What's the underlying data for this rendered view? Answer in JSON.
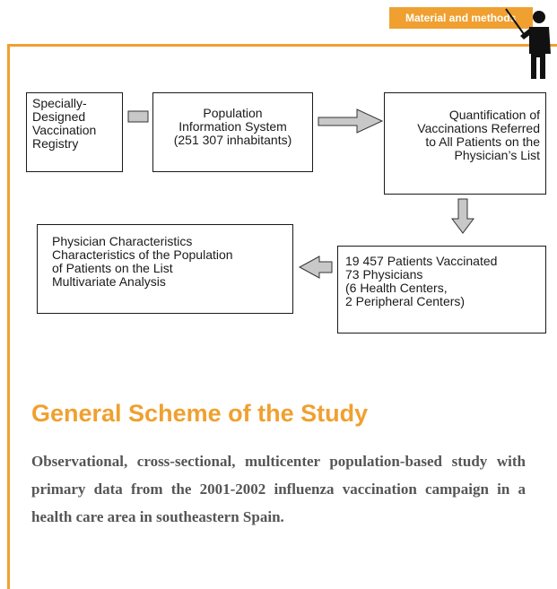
{
  "header": {
    "section_label": "Material and methods"
  },
  "diagram": {
    "registry": {
      "lines": [
        "Specially-",
        "Designed",
        "Vaccination",
        "Registry"
      ]
    },
    "population_system": {
      "lines": [
        "Population",
        "Information System",
        "(251 307 inhabitants)"
      ]
    },
    "quantification": {
      "lines": [
        "Quantification of",
        "Vaccinations Referred",
        "to All Patients on the",
        "Physician’s List"
      ]
    },
    "characteristics": {
      "lines": [
        "Physician Characteristics",
        "Characteristics of the Population",
        "of Patients on the List",
        "Multivariate Analysis"
      ]
    },
    "patients": {
      "lines": [
        "19 457 Patients Vaccinated",
        "73 Physicians",
        "(6 Health Centers,",
        "2 Peripheral Centers)"
      ]
    }
  },
  "section": {
    "title": "General Scheme of the Study",
    "paragraph": "Observational, cross-sectional, multicenter population-based study with primary data from the 2001-2002 influenza vaccination campaign in a health care area in southeastern Spain."
  },
  "colors": {
    "accent": "#f0a030",
    "arrow_fill": "#c8c8c8",
    "body_text": "#555555"
  },
  "icons": {
    "presenter": "presenter-pointing-figure-icon"
  }
}
